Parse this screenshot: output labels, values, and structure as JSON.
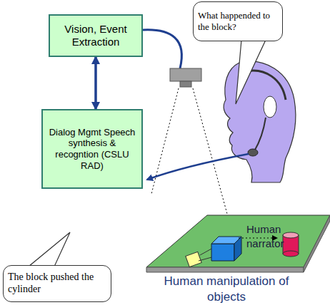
{
  "diagram": {
    "nodes": [
      {
        "text": [
          "Vision, Event Extraction"
        ]
      },
      {
        "text": [
          "Dialog Mgmt Speech synthesis & recogntion (CSLU RAD)"
        ]
      },
      {
        "text": [
          "What happended to the block?"
        ]
      },
      {
        "text": [
          "The block pushed the cylinder"
        ]
      }
    ],
    "edges": [
      {
        "from": 0,
        "to": 1,
        "arrow": "both"
      }
    ],
    "labels": [
      "Human narrator",
      "Human manipulation of objects"
    ]
  }
}
